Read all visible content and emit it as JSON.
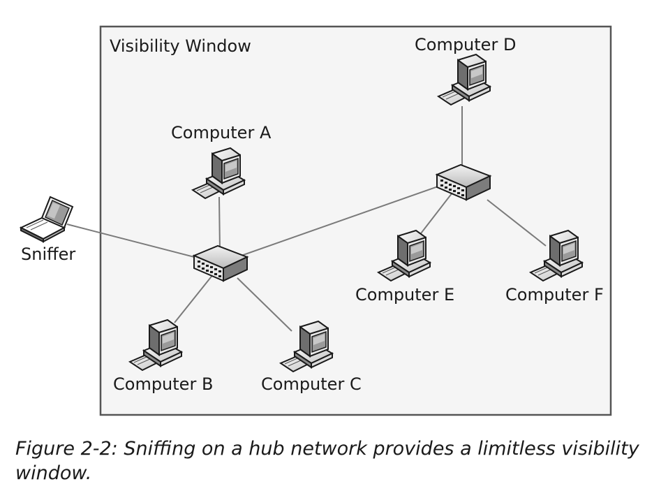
{
  "window_label": "Visibility Window",
  "nodes": {
    "sniffer": "Sniffer",
    "computer_a": "Computer A",
    "computer_b": "Computer B",
    "computer_c": "Computer C",
    "computer_d": "Computer D",
    "computer_e": "Computer E",
    "computer_f": "Computer F"
  },
  "caption": "Figure 2-2: Sniffing on a hub network provides a limitless visibility window."
}
